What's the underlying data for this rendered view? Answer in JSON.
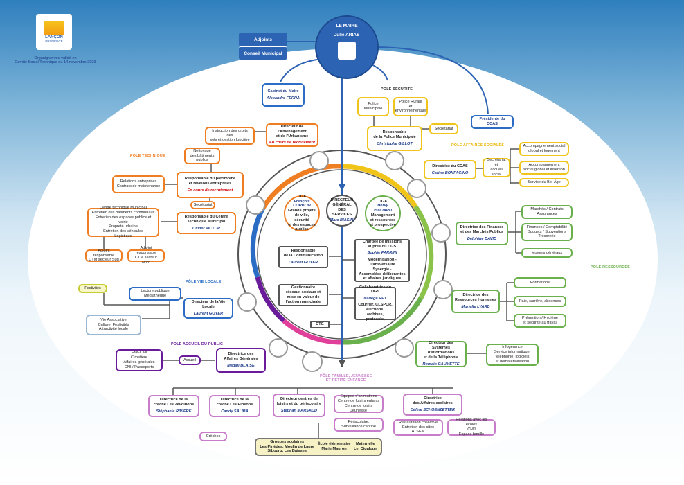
{
  "logo": {
    "name": "LANÇON",
    "sub": "PROVENCE"
  },
  "caption": {
    "line1": "Organigramme validé en",
    "line2": "Comité Social Technique du 14 novembre 2023"
  },
  "maire": {
    "title": "LE MAIRE",
    "name": "Julie ARIAS"
  },
  "adjoints": {
    "label": "Adjoints"
  },
  "conseil": {
    "label": "Conseil Municipal"
  },
  "cabinet": {
    "title": "Cabinet du Maire",
    "name": "Alexandre FERRA"
  },
  "ccas_pres": {
    "label": "Présidente du CCAS"
  },
  "poles": {
    "securite": "PÔLE SÉCURITÉ",
    "technique": "POLE TECHNIQUE",
    "sociales": "POLE AFFAIRES SOCIALES",
    "ressources": "PÔLE RESSOURCES",
    "vie_locale": "PÔLE VIE LOCALE",
    "accueil": "POLE ACCUEIL DU PUBLIC",
    "famille1": "PÔLE FAMILLE, JEUNESSE",
    "famille2": "ET PETITE ENFANCE"
  },
  "securite": {
    "police_mun": "Police\nMunicipale",
    "police_rurale": "Police Rurale\net\nenvironnementale",
    "resp_title": "Responsable\nde la Police Municipale",
    "resp_name": "Christophe GILLOT",
    "secretariat": "Secrétariat"
  },
  "technique": {
    "instruction": "Instruction des droits des\nsols et gestion foncière",
    "dir_amenag": "Directeur de l'Aménagement\net de l'Urbanisme",
    "recrut1": "En cours de recrutement",
    "nettoyage": "Nettoyage\ndes bâtiments\npublics",
    "relations": "Relations entreprises\nContrats de maintenance",
    "resp_patri": "Responsable du patrimoine\net relations entreprises",
    "recrut2": "En cours de recrutement",
    "secretariat": "Secrétariat",
    "ctm": "Centre technique Municipal\nEntretien des bâtiments communaux\nEntretien des espaces publics et voirie\nPropreté urbaine\nEntretien des véhicules\nLogistique",
    "resp_ctm": "Responsable du Centre\nTechnique Municipal",
    "resp_ctm_name": "Olivier VICTOR",
    "adj_sud": "Adjoint responsable\nCTM secteur Sud",
    "adj_nord": "Adjoint responsable\nCTM secteur Nord"
  },
  "sociales": {
    "dir_title": "Directrice du CCAS",
    "dir_name": "Carine BONFACINO",
    "secr": "Secrétariat\net\naccueil social",
    "acc1": "Accompagnement social\nglobal et logement",
    "acc2": "Accompagnement\nsocial global et insertion",
    "bel_age": "Service du Bel Âge"
  },
  "center": {
    "dgs_title": "DIRECTEUR\nGÉNÉRAL\nDES SERVICES",
    "dgs_name": "Marc BIASINI",
    "dga1_title": "DGA",
    "dga1_name": "François\nCORBLIN",
    "dga1_desc": "Grands projets\nde ville, sécurité\net des espaces\npublics",
    "dga2_title": "DGA",
    "dga2_name": "Hervy\nISOUARD",
    "dga2_desc": "Management\net ressources\net prospective",
    "com_title": "Responsable\nde la Communication",
    "com_name": "Laurent GOYER",
    "mission_title": "Chargée de missions\nauprès du DGS",
    "mission_name": "Sophie PARRINI",
    "mission_desc": "Modernisation - Transversalité\nSynergie -\nAssemblées délibérantes\net affaires juridiques",
    "gest_title": "Gestionnaire\nréseaux sociaux et\nmise en valeur de\nl'action municipale",
    "collab_title": "Collaboratrice du DGS",
    "collab_name": "Nadège REY",
    "collab_desc": "Courrier, CLSPDR,\nélections,\narchives, protocole,",
    "ctg": "CTG"
  },
  "ressources": {
    "marches": "Marchés / Contrats\nAssurances",
    "finances": "Finances / Comptabilité\nBudgets / Subventions\nTrésorerie",
    "dir_fin": "Directrice des Finances\net des Marchés Publics",
    "dir_fin_name": "Delphine DAVID",
    "moyens": "Moyens généraux",
    "formations": "Formations",
    "paie": "Paie, carrière, absences",
    "prevention": "Prévention / Hygiène\net sécurité au travail",
    "dir_rh": "Directrice des\nRessources Humaines",
    "dir_rh_name": "Murielle LYARD",
    "dir_si": "Directeur des\nSystèmes d'Informations\net de la Téléphonie",
    "dir_si_name": "Romain CAUMETTE",
    "info": "Infogérance\nService informatique,\ntéléphonie, logiciels\net dématérialisation"
  },
  "vie_locale": {
    "festivites": "Festivités",
    "lecture": "Lecture publique\nMédiathèque",
    "dir_title": "Directeur de la Vie Locale",
    "dir_name": "Laurent GOYER",
    "assoc": "Vie Associative\nCulture, Festivités\nAttractivité locale"
  },
  "accueil": {
    "etat": "Etat-Civil\nCimetière\nAffaires générales\nCNI / Passeports",
    "accueil": "Accueil",
    "dir_title": "Directrice des\nAffaires Générales",
    "dir_name": "Magali BLAISE"
  },
  "famille": {
    "creche1_title": "Directrice de la\ncrèche Les 2évoluons",
    "creche1_name": "Stéphanie RIVIERE",
    "creche2_title": "Directrice de la\ncrèche Les Pinsons",
    "creche2_name": "Candy SALIBA",
    "loisirs_title": "Directeur centres de\nloisirs et du périscolaire",
    "loisirs_name": "Stéphan MARSAUD",
    "equipes": "Equipes d'animations\nCentre de loisirs enfants\nCentre de loisirs Jeunesse",
    "scol_title": "Directrice\ndes Affaires scolaires",
    "scol_name": "Céline SCHOENZETTER",
    "creches": "Crèches",
    "periscolaire": "Périscolaire,\nSurveillance cantine",
    "restauration": "Restauration collective\nEntretien des sites\nATSEM",
    "relations": "Relations avec les écoles\nCMJ\nEspace famille",
    "groupes": "Groupes scolaires\nLes Pinèdes, Moulin de Laure\nSibourg, Les Baïsses",
    "elem": "École élémentaire\nMarie Mauron",
    "mat": "Maternelle\nLei Cigaloun"
  },
  "colors": {
    "technique": "#ef7d22",
    "securite": "#f0c419",
    "ressources": "#6ab04c",
    "vie_locale": "#2b6cc4",
    "accueil": "#6a1b9a",
    "famille": "#c77dc9",
    "header": "#2d63b3"
  }
}
